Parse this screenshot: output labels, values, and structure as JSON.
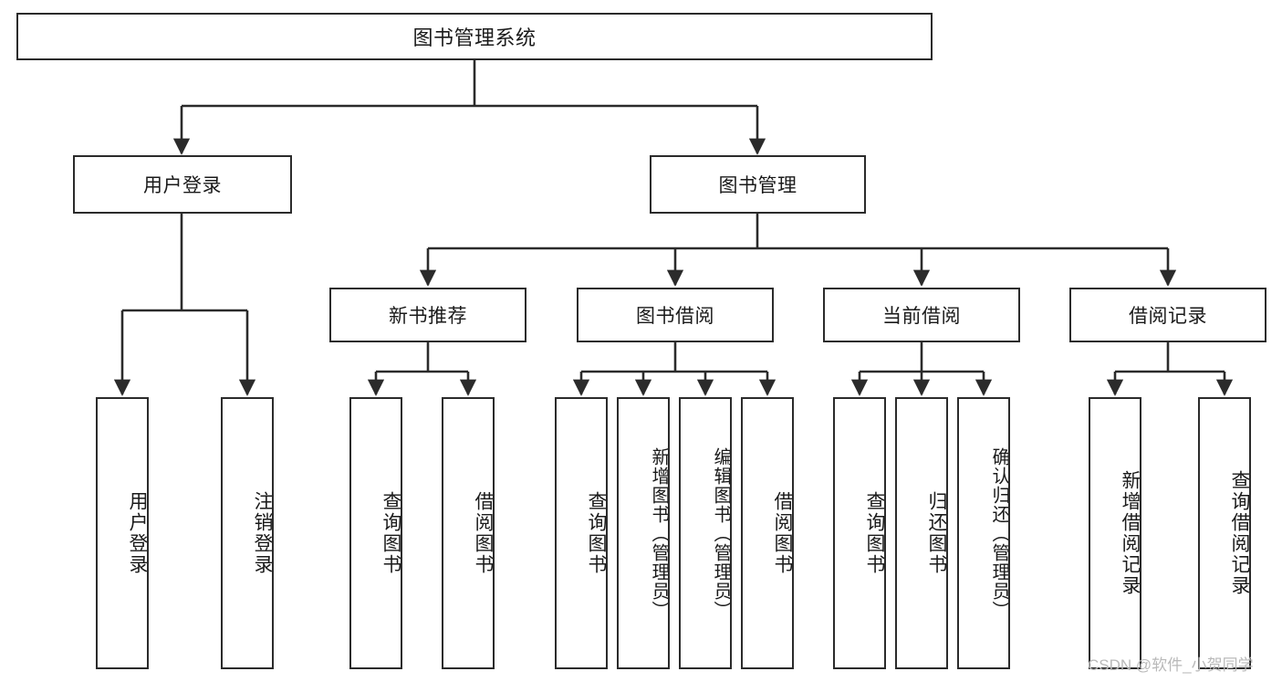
{
  "diagram": {
    "type": "tree-hierarchy",
    "title": "图书管理系统",
    "orientation": "top-down",
    "colors": {
      "stroke": "#2b2b2b",
      "fill": "#ffffff",
      "text": "#1a1a1a",
      "watermark": "#b9b9b9"
    },
    "nodes": {
      "root": {
        "label": "图书管理系统",
        "level": 1
      },
      "l2": [
        {
          "id": "user-login",
          "label": "用户登录",
          "level": 2
        },
        {
          "id": "book-manage",
          "label": "图书管理",
          "level": 2
        }
      ],
      "l3": [
        {
          "id": "new-book-recommend",
          "label": "新书推荐",
          "level": 3,
          "parent": "book-manage"
        },
        {
          "id": "book-borrow",
          "label": "图书借阅",
          "level": 3,
          "parent": "book-manage"
        },
        {
          "id": "current-borrow",
          "label": "当前借阅",
          "level": 3,
          "parent": "book-manage"
        },
        {
          "id": "borrow-record",
          "label": "借阅记录",
          "level": 3,
          "parent": "book-manage"
        }
      ],
      "leaves": {
        "user_login": [
          {
            "id": "leaf-user-login",
            "label": "用户登录"
          },
          {
            "id": "leaf-logout",
            "label": "注销登录"
          }
        ],
        "new_book_recommend": [
          {
            "id": "leaf-query-book-1",
            "label": "查询图书"
          },
          {
            "id": "leaf-borrow-book-1",
            "label": "借阅图书"
          }
        ],
        "book_borrow": [
          {
            "id": "leaf-query-book-2",
            "label": "查询图书"
          },
          {
            "id": "leaf-add-book",
            "label": "新增图书（管理员）"
          },
          {
            "id": "leaf-edit-book",
            "label": "编辑图书（管理员）"
          },
          {
            "id": "leaf-borrow-book-2",
            "label": "借阅图书"
          }
        ],
        "current_borrow": [
          {
            "id": "leaf-query-book-3",
            "label": "查询图书"
          },
          {
            "id": "leaf-return-book",
            "label": "归还图书"
          },
          {
            "id": "leaf-confirm-return",
            "label": "确认归还（管理员）"
          }
        ],
        "borrow_record": [
          {
            "id": "leaf-add-record",
            "label": "新增借阅记录"
          },
          {
            "id": "leaf-query-record",
            "label": "查询借阅记录"
          }
        ]
      }
    }
  },
  "watermark": {
    "text": "CSDN @软件_小贺同学"
  }
}
